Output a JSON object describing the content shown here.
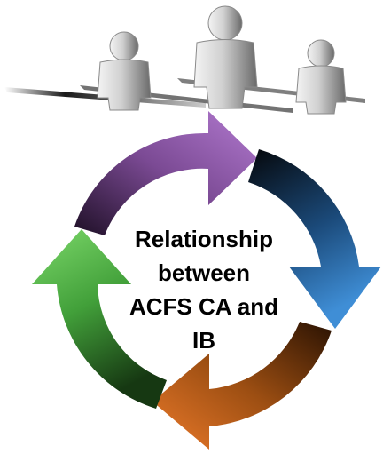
{
  "diagram": {
    "center_label_lines": [
      "Relationship",
      "between",
      "ACFS CA and",
      "IB"
    ],
    "figures_icon": "group-of-people-icon",
    "cycle_arrows": [
      {
        "name": "purple-arrow",
        "colors": [
          "#1e0f26",
          "#7b4a94",
          "#b27ad0"
        ]
      },
      {
        "name": "blue-arrow",
        "colors": [
          "#05070a",
          "#1b4a7a",
          "#3f8ed6"
        ]
      },
      {
        "name": "orange-arrow",
        "colors": [
          "#2a1202",
          "#9c4e12",
          "#ec7a2a"
        ]
      },
      {
        "name": "green-arrow",
        "colors": [
          "#163812",
          "#42a03a",
          "#7cd86a"
        ]
      }
    ]
  }
}
